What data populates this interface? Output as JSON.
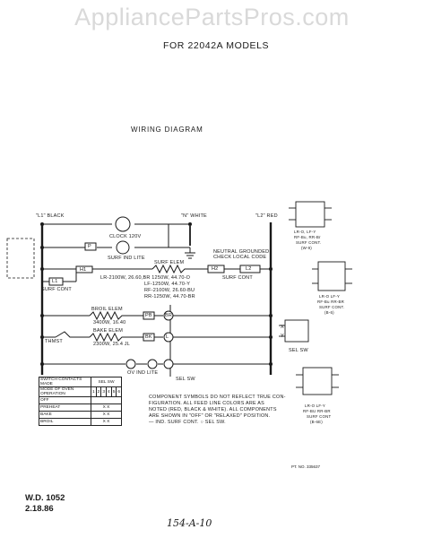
{
  "watermark": "AppliancePartsPros.com",
  "header": "FOR 22042A MODELS",
  "diagram_title": "WIRING DIAGRAM",
  "line_labels": {
    "l1": "\"L1\" BLACK",
    "n": "\"N\" WHITE",
    "l2": "\"L2\" RED"
  },
  "components": {
    "clock": "CLOCK 120V",
    "surf_ind": "SURF IND LITE",
    "neutral_note": "NEUTRAL GROUNDED",
    "neutral_note2": "CHECK LOCAL CODE",
    "surf_elem": "SURF ELEM",
    "surf_cont_left": "SURF CONT",
    "surf_cont_right": "SURF CONT",
    "broil": "BROIL ELEM",
    "bake": "BAKE ELEM",
    "thmst": "THMST",
    "ov_ind": "OV IND LITE",
    "sel_sw": "SEL SW",
    "sel_sw_right": "SEL SW"
  },
  "terminals": {
    "p": "P",
    "h1": "H1",
    "h2": "H2",
    "l1": "L1",
    "l2": "L2",
    "pb": "PB",
    "br": "BR",
    "bk": "BK",
    "l": "L",
    "x": "X",
    "y": "Y"
  },
  "element_ratings": [
    "LR-2100W, 26.60,BR 1250W, 44.70-O",
    "LF-1250W, 44.70-Y",
    "RF-2100W, 26.60-BU",
    "RR-1250W, 44.70-BR"
  ],
  "broil_rating": "3400W, 16.40",
  "bake_rating": "2300W, 25.4 JL",
  "right_parts": {
    "top": [
      "LR-O, LF-Y",
      "RF-Bu, RR-Br",
      "SURF CONT.",
      "(W-9)"
    ],
    "mid": [
      "LR-O LF-Y",
      "RF-Bu RR-BR",
      "SURF CONT.",
      "(B-6)"
    ],
    "bottom": [
      "LR-O LF-Y",
      "RF-BU RR-BR",
      "SURF CONT",
      "(B-6E)"
    ]
  },
  "switch_table": {
    "header": [
      "SWITCH CONTACTS MADE",
      "SEL SW"
    ],
    "subheader": [
      "MODE OF OVEN OPERATION",
      "1",
      "2",
      "3",
      "4",
      "5",
      "6"
    ],
    "rows": [
      {
        "mode": "OFF",
        "marks": ""
      },
      {
        "mode": "PREHEAT",
        "marks": "X X"
      },
      {
        "mode": "BAKE",
        "marks": "X X"
      },
      {
        "mode": "BROIL",
        "marks": "X X"
      }
    ]
  },
  "notes": [
    "COMPONENT SYMBOLS DO NOT REFLECT TRUE CON-",
    "FIGURATION.  ALL FEED LINE COLORS ARE AS",
    "NOTED (RED, BLACK & WHITE). ALL COMPONENTS",
    "ARE SHOWN IN \"OFF\" OR \"RELAXED\" POSITION.",
    "— IND. SURF CONT.  ○ SEL SW."
  ],
  "part_no": "PT. NO. 335637",
  "wd_number": "W.D. 1052",
  "wd_date": "2.18.86",
  "handwritten": "154-A-10"
}
